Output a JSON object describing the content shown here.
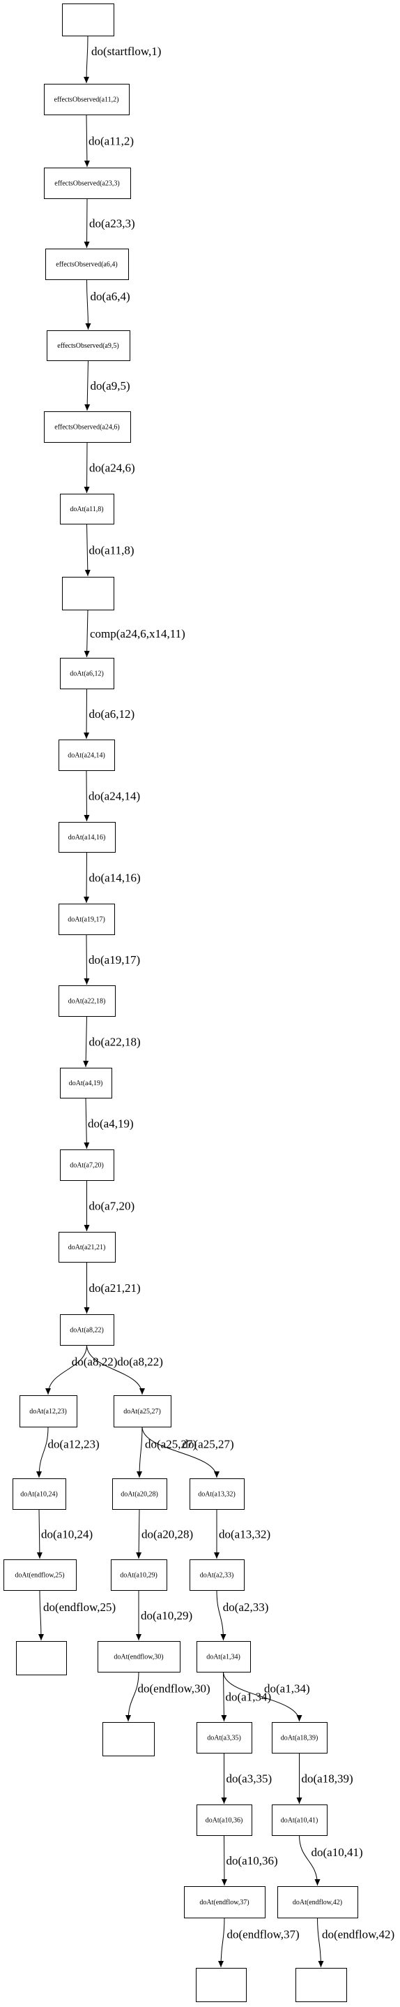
{
  "nodes": {
    "n_start": "",
    "n1": "effectsObserved(a11,2)",
    "n2": "effectsObserved(a23,3)",
    "n3": "effectsObserved(a6,4)",
    "n4": "effectsObserved(a9,5)",
    "n5": "effectsObserved(a24,6)",
    "n6": "doAt(a11,8)",
    "n_comp": "",
    "n7": "doAt(a6,12)",
    "n8": "doAt(a24,14)",
    "n9": "doAt(a14,16)",
    "n10": "doAt(a19,17)",
    "n11": "doAt(a22,18)",
    "n12": "doAt(a4,19)",
    "n13": "doAt(a7,20)",
    "n14": "doAt(a21,21)",
    "n15": "doAt(a8,22)",
    "n16": "doAt(a12,23)",
    "n17": "doAt(a10,24)",
    "n18": "doAt(endflow,25)",
    "n_end1": "",
    "n19": "doAt(a25,27)",
    "n20": "doAt(a20,28)",
    "n21": "doAt(a10,29)",
    "n22": "doAt(endflow,30)",
    "n_end2": "",
    "n23": "doAt(a13,32)",
    "n24": "doAt(a2,33)",
    "n25": "doAt(a1,34)",
    "n26": "doAt(a3,35)",
    "n27": "doAt(a10,36)",
    "n28": "doAt(endflow,37)",
    "n_end3": "",
    "n29": "doAt(a18,39)",
    "n30": "doAt(a10,41)",
    "n31": "doAt(endflow,42)",
    "n_end4": ""
  },
  "edges": [
    {
      "from": "n_start",
      "to": "n1",
      "label": "do(startflow,1)"
    },
    {
      "from": "n1",
      "to": "n2",
      "label": "do(a11,2)"
    },
    {
      "from": "n2",
      "to": "n3",
      "label": "do(a23,3)"
    },
    {
      "from": "n3",
      "to": "n4",
      "label": "do(a6,4)"
    },
    {
      "from": "n4",
      "to": "n5",
      "label": "do(a9,5)"
    },
    {
      "from": "n5",
      "to": "n6",
      "label": "do(a24,6)"
    },
    {
      "from": "n6",
      "to": "n_comp",
      "label": "do(a11,8)"
    },
    {
      "from": "n_comp",
      "to": "n7",
      "label": "comp(a24,6,x14,11)"
    },
    {
      "from": "n7",
      "to": "n8",
      "label": "do(a6,12)"
    },
    {
      "from": "n8",
      "to": "n9",
      "label": "do(a24,14)"
    },
    {
      "from": "n9",
      "to": "n10",
      "label": "do(a14,16)"
    },
    {
      "from": "n10",
      "to": "n11",
      "label": "do(a19,17)"
    },
    {
      "from": "n11",
      "to": "n12",
      "label": "do(a22,18)"
    },
    {
      "from": "n12",
      "to": "n13",
      "label": "do(a4,19)"
    },
    {
      "from": "n13",
      "to": "n14",
      "label": "do(a7,20)"
    },
    {
      "from": "n14",
      "to": "n15",
      "label": "do(a21,21)"
    },
    {
      "from": "n15",
      "to": "n16",
      "label": "do(a8,22)"
    },
    {
      "from": "n15",
      "to": "n19",
      "label": "do(a8,22)"
    },
    {
      "from": "n16",
      "to": "n17",
      "label": "do(a12,23)"
    },
    {
      "from": "n17",
      "to": "n18",
      "label": "do(a10,24)"
    },
    {
      "from": "n18",
      "to": "n_end1",
      "label": "do(endflow,25)"
    },
    {
      "from": "n19",
      "to": "n20",
      "label": "do(a25,27)"
    },
    {
      "from": "n19",
      "to": "n23",
      "label": "do(a25,27)"
    },
    {
      "from": "n20",
      "to": "n21",
      "label": "do(a20,28)"
    },
    {
      "from": "n21",
      "to": "n22",
      "label": "do(a10,29)"
    },
    {
      "from": "n22",
      "to": "n_end2",
      "label": "do(endflow,30)"
    },
    {
      "from": "n23",
      "to": "n24",
      "label": "do(a13,32)"
    },
    {
      "from": "n24",
      "to": "n25",
      "label": "do(a2,33)"
    },
    {
      "from": "n25",
      "to": "n26",
      "label": "do(a1,34)"
    },
    {
      "from": "n25",
      "to": "n29",
      "label": "do(a1,34)"
    },
    {
      "from": "n26",
      "to": "n27",
      "label": "do(a3,35)"
    },
    {
      "from": "n27",
      "to": "n28",
      "label": "do(a10,36)"
    },
    {
      "from": "n28",
      "to": "n_end3",
      "label": "do(endflow,37)"
    },
    {
      "from": "n29",
      "to": "n30",
      "label": "do(a18,39)"
    },
    {
      "from": "n30",
      "to": "n31",
      "label": "do(a10,41)"
    },
    {
      "from": "n31",
      "to": "n_end4",
      "label": "do(endflow,42)"
    }
  ]
}
